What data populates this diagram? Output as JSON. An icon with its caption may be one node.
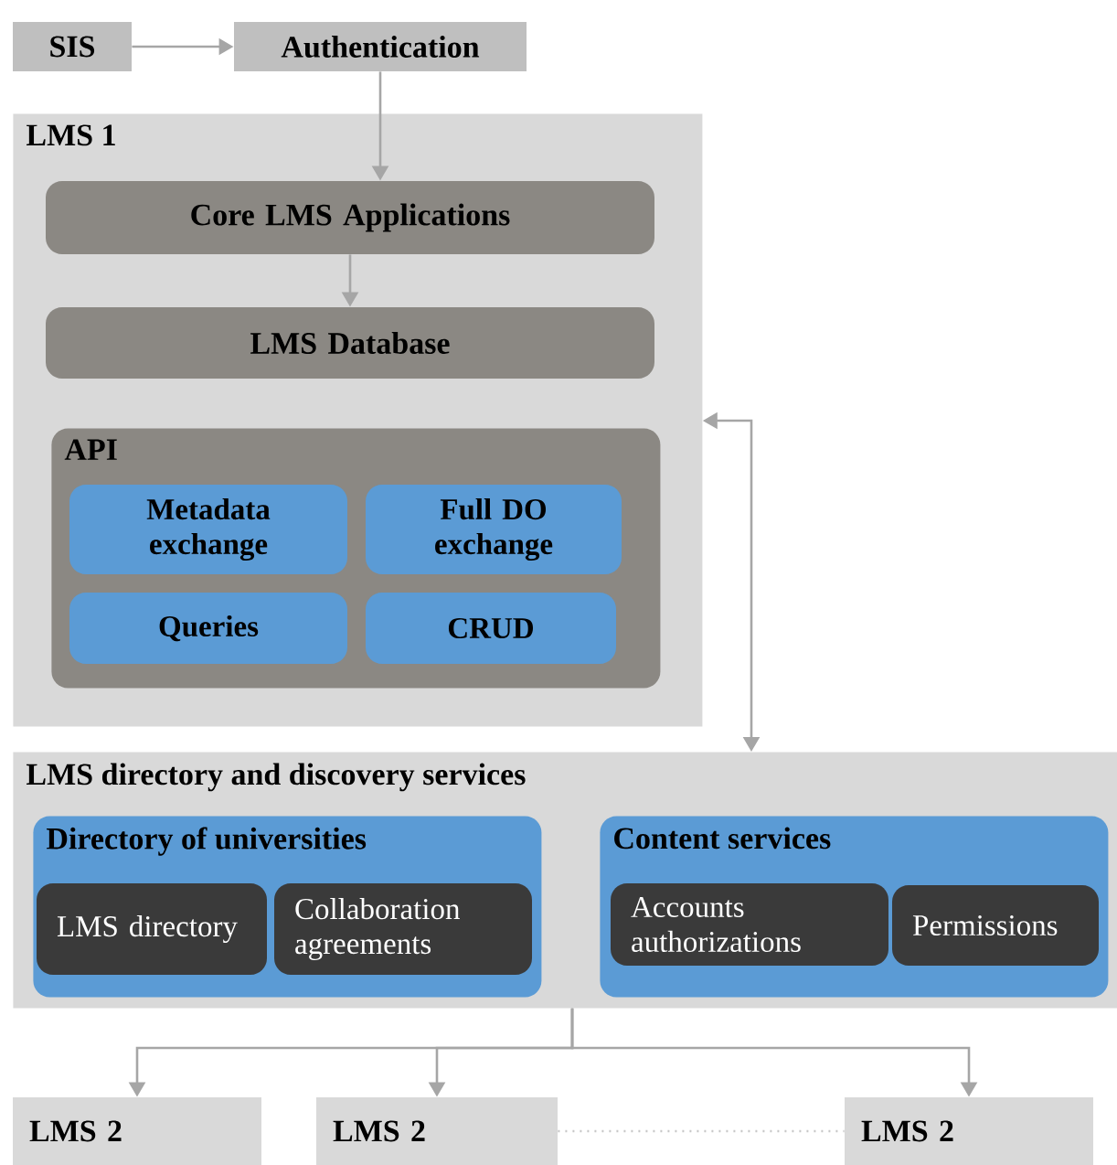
{
  "diagram": {
    "nodes": [
      {
        "text": [
          "SIS"
        ]
      },
      {
        "text": [
          "Authentication"
        ]
      },
      {
        "text": [
          "LMS 1"
        ]
      },
      {
        "text": [
          "Core LMS Applications"
        ],
        "in": 2
      },
      {
        "text": [
          "LMS Database"
        ],
        "in": 2
      },
      {
        "text": [
          "API"
        ],
        "in": 2
      },
      {
        "text": [
          "Metadata exchange"
        ],
        "in": 5
      },
      {
        "text": [
          "Full DO exchange"
        ],
        "in": 5
      },
      {
        "text": [
          "Queries"
        ],
        "in": 5
      },
      {
        "text": [
          "CRUD"
        ],
        "in": 5
      },
      {
        "text": [
          "LMS directory and discovery services"
        ]
      },
      {
        "text": [
          "Directory of universities"
        ],
        "in": 10
      },
      {
        "text": [
          "LMS directory"
        ],
        "in": 11
      },
      {
        "text": [
          "Collaboration agreements"
        ],
        "in": 11
      },
      {
        "text": [
          "Content services"
        ],
        "in": 10
      },
      {
        "text": [
          "Accounts authorizations"
        ],
        "in": 14
      },
      {
        "text": [
          "Permissions"
        ],
        "in": 14
      },
      {
        "text": [
          "LMS 2"
        ]
      },
      {
        "text": [
          "LMS 2"
        ]
      },
      {
        "text": [
          "LMS 2"
        ]
      }
    ],
    "edges": [
      {
        "from": 0,
        "to": 1,
        "arrow": "to"
      },
      {
        "from": 1,
        "to": 3,
        "arrow": "to"
      },
      {
        "from": 3,
        "to": 4,
        "arrow": "to"
      },
      {
        "from": 2,
        "to": 10,
        "arrow": "both"
      },
      {
        "from": 10,
        "to": 17,
        "arrow": "to"
      },
      {
        "from": 10,
        "to": 18,
        "arrow": "to"
      },
      {
        "from": 10,
        "to": 19,
        "arrow": "to"
      },
      {
        "from": 18,
        "to": 19,
        "arrow": "none",
        "style": "dashed",
        "color": "#c8c8c8"
      }
    ]
  }
}
